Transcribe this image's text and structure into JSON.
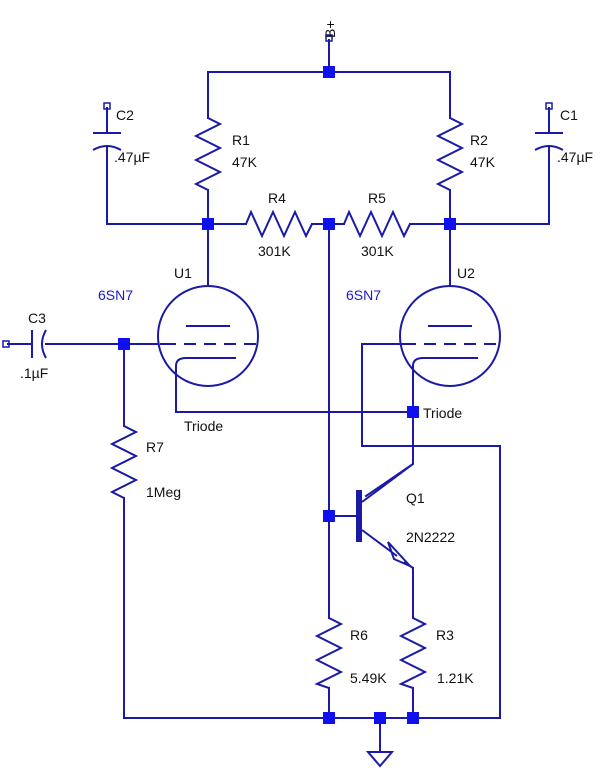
{
  "supply": {
    "label": "B+"
  },
  "components": {
    "C1": {
      "ref": "C1",
      "value": ".47µF"
    },
    "C2": {
      "ref": "C2",
      "value": ".47µF"
    },
    "C3": {
      "ref": "C3",
      "value": ".1µF"
    },
    "R1": {
      "ref": "R1",
      "value": "47K"
    },
    "R2": {
      "ref": "R2",
      "value": "47K"
    },
    "R3": {
      "ref": "R3",
      "value": "1.21K"
    },
    "R4": {
      "ref": "R4",
      "value": "301K"
    },
    "R5": {
      "ref": "R5",
      "value": "301K"
    },
    "R6": {
      "ref": "R6",
      "value": "5.49K"
    },
    "R7": {
      "ref": "R7",
      "value": "1Meg"
    },
    "U1": {
      "ref": "U1",
      "model": "6SN7",
      "type": "Triode"
    },
    "U2": {
      "ref": "U2",
      "model": "6SN7",
      "type": "Triode"
    },
    "Q1": {
      "ref": "Q1",
      "model": "2N2222"
    }
  },
  "colors": {
    "wire": "#1a1aa6",
    "node": "#1010ee",
    "model_label": "#1a1acc",
    "text": "#111111"
  }
}
